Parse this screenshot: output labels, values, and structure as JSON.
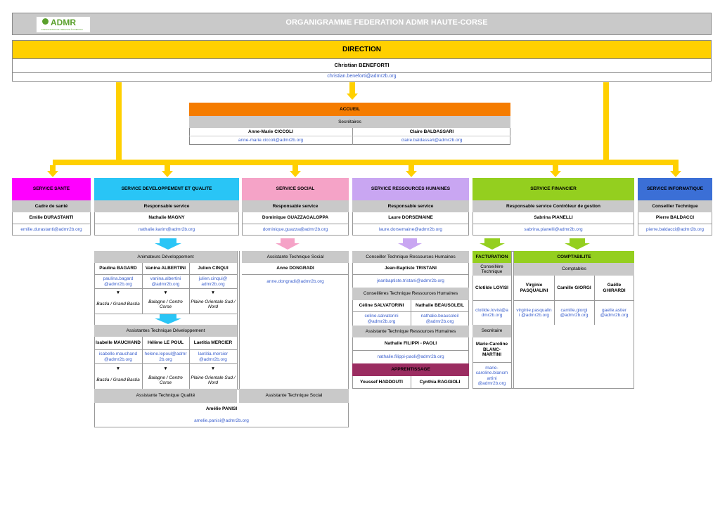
{
  "header": {
    "logo_text": "ADMR",
    "logo_tagline": "L'ASSOCIATION DU SERVICE À DOMICILE",
    "title": "ORGANIGRAMME FEDERATION ADMR HAUTE-CORSE"
  },
  "direction": {
    "title": "DIRECTION",
    "name": "Christian BENEFORTI",
    "email": "christian.beneforti@admr2b.org"
  },
  "accueil": {
    "title": "ACCUEIL",
    "role": "Secrétaires",
    "people": [
      {
        "name": "Anne-Marie CICCOLI",
        "email": "anne-marie.ciccoli@admr2b.org"
      },
      {
        "name": "Claire BALDASSARI",
        "email": "claire.baldassari@admr2b.org"
      }
    ]
  },
  "services": {
    "sante": {
      "title": "SERVICE SANTE",
      "role": "Cadre de santé",
      "name": "Emilie DURASTANTI",
      "email": "emilie.durastanti@admr2b.org"
    },
    "dev": {
      "title": "SERVICE DEVELOPPEMENT ET QUALITE",
      "role": "Responsable service",
      "name": "Nathalie MAGNY",
      "email": "nathalie.karim@admr2b.org"
    },
    "social": {
      "title": "SERVICE SOCIAL",
      "role": "Responsable service",
      "name": "Dominique GUAZZAGALOPPA",
      "email": "dominique.guazza@admr2b.org"
    },
    "rh": {
      "title": "SERVICE RESSOURCES HUMAINES",
      "role": "Responsable service",
      "name": "Laure DORSEMAINE",
      "email": "laure.dorsemaine@admr2b.org"
    },
    "fin": {
      "title": "SERVICE FINANCIER",
      "role": "Responsable service Contrôleur de gestion",
      "name": "Sabrina PIANELLI",
      "email": "sabrina.pianelli@admr2b.org"
    },
    "info": {
      "title": "SERVICE INFORMATIQUE",
      "role": "Conseiller Technique",
      "name": "Pierre BALDACCI",
      "email": "pierre.baldacci@admr2b.org"
    }
  },
  "dev_team": {
    "animateurs_title": "Animateurs Développement",
    "animateurs": [
      {
        "name": "Paulina BAGARD",
        "email": "paulina.bagard @admr2b.org",
        "zone": "Bastia / Grand Bastia"
      },
      {
        "name": "Vanina ALBERTINI",
        "email": "vanina.albertini @admr2b.org",
        "zone": "Balagne / Centre Corse"
      },
      {
        "name": "Julien CINQUI",
        "email": "julien.cinqui@ admr2b.org",
        "zone": "Plaine Orientale Sud / Nord"
      }
    ],
    "assistantes_title": "Assistantes Technique Développement",
    "assistantes": [
      {
        "name": "Isabelle MAUCHAND",
        "email": "isabelle.mauchand @admr2b.org",
        "zone": "Bastia / Grand Bastia"
      },
      {
        "name": "Hélène LE POUL",
        "email": "helene.lepoul@admr 2b.org",
        "zone": "Balagne / Centre Corse"
      },
      {
        "name": "Laetitia MERCIER",
        "email": "laetitia.mercier @admr2b.org",
        "zone": "Plaine Orientale Sud / Nord"
      }
    ],
    "arrow_glyph": "▼",
    "qualite_title": "Assistante Technique Qualité",
    "social_assist2_title": "Assistante Technique Social",
    "shared_name": "Amélie PANISI",
    "shared_email": "amelie.panisi@admr2b.org"
  },
  "social_team": {
    "title": "Assistante Technique Social",
    "name": "Anne DONGRADI",
    "email": "anne.dongradi@admr2b.org"
  },
  "rh_team": {
    "conseiller_title": "Conseiller Technique Ressources Humaines",
    "conseiller_name": "Jean-Baptiste TRISTANI",
    "conseiller_email": "jeanbaptiste.tristani@admr2b.org",
    "conseilleres_title": "Conseillères Technique Ressources Humaines",
    "conseilleres": [
      {
        "name": "Céline SALVATORINI",
        "email": "celine.salvatorini @admr2b.org"
      },
      {
        "name": "Nathalie BEAUSOLEIL",
        "email": "nathalie.beausoleil @admr2b.org"
      }
    ],
    "assistante_title": "Assistante Technique Ressources Humaines",
    "assistante_name": "Nathalie FILIPPI - PAOLI",
    "assistante_email": "nathalie.filippi-paoli@admr2b.org",
    "apprentissage_title": "APPRENTISSAGE",
    "apprentis": [
      "Youssef HADDOUTI",
      "Cynthia RAGGIOLI"
    ]
  },
  "fin_team": {
    "facturation_title": "FACTURATION",
    "facturation_role": "Conseillère Technique",
    "facturation_name": "Clotilde LOVISI",
    "facturation_email": "clotilde.lovisi@a dmr2b.org",
    "secretaire_title": "Secrétaire",
    "secretaire_name": "Marie-Caroline BLANC-MARTINI",
    "secretaire_email": "marie-caroline.blancm artini @admr2b.org",
    "compta_title": "COMPTABILITE",
    "compta_role": "Comptables",
    "comptables": [
      {
        "name": "Virginie PASQUALINI",
        "email": "virginie.pasqualin i @admr2b.org"
      },
      {
        "name": "Camille GIORGI",
        "email": "camille.giorgi @admr2b.org"
      },
      {
        "name": "Gaëlle GHIRARDI",
        "email": "gaelle.astier @admr2b.org"
      }
    ]
  },
  "colors": {
    "yellow": "#ffd000",
    "orange": "#f57c00",
    "magenta": "#ff00ff",
    "cyan": "#29c5f6",
    "pink": "#f5a3c7",
    "lavender": "#c9a6f2",
    "green": "#94cf1f",
    "blue": "#3b6fd6",
    "plum": "#9b2d61",
    "grey": "#c9c9c9"
  }
}
